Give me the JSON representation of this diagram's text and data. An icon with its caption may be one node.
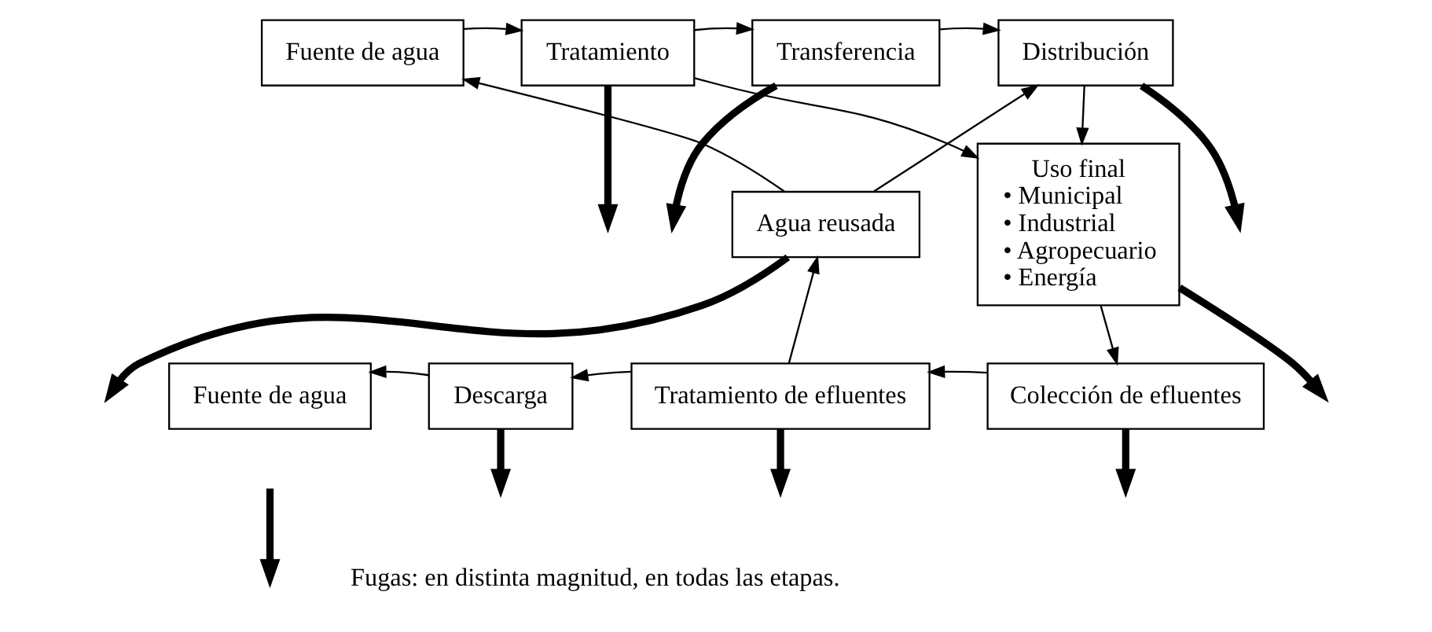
{
  "diagram": {
    "nodes": [
      {
        "text": [
          "Fuente de agua"
        ]
      },
      {
        "text": [
          "Tratamiento"
        ]
      },
      {
        "text": [
          "Transferencia"
        ]
      },
      {
        "text": [
          "Distribución"
        ]
      },
      {
        "text": [
          "Uso final",
          "• Municipal",
          "• Industrial",
          "• Agropecuario",
          "• Energía"
        ]
      },
      {
        "text": [
          "Agua reusada"
        ]
      },
      {
        "text": [
          "Fuente de agua"
        ]
      },
      {
        "text": [
          "Descarga"
        ]
      },
      {
        "text": [
          "Tratamiento de efluentes"
        ]
      },
      {
        "text": [
          "Colección de efluentes"
        ]
      }
    ],
    "edges": [
      {
        "from": 0,
        "to": 1,
        "arrow": "to"
      },
      {
        "from": 1,
        "to": 2,
        "arrow": "to"
      },
      {
        "from": 2,
        "to": 3,
        "arrow": "to"
      },
      {
        "from": 3,
        "to": 4,
        "arrow": "to"
      },
      {
        "from": 1,
        "to": 4,
        "arrow": "to"
      },
      {
        "from": 5,
        "to": 0,
        "arrow": "to"
      },
      {
        "from": 5,
        "to": 3,
        "arrow": "to"
      },
      {
        "from": 4,
        "to": 9,
        "arrow": "to"
      },
      {
        "from": 9,
        "to": 8,
        "arrow": "to"
      },
      {
        "from": 8,
        "to": 7,
        "arrow": "to"
      },
      {
        "from": 7,
        "to": 6,
        "arrow": "to"
      },
      {
        "from": 8,
        "to": 5,
        "arrow": "to"
      },
      {
        "from": 1,
        "to": null,
        "arrow": "to",
        "style": "thick"
      },
      {
        "from": 2,
        "to": null,
        "arrow": "to",
        "style": "thick"
      },
      {
        "from": 3,
        "to": null,
        "arrow": "to",
        "style": "thick"
      },
      {
        "from": 4,
        "to": null,
        "arrow": "to",
        "style": "thick"
      },
      {
        "from": 5,
        "to": null,
        "arrow": "to",
        "style": "thick"
      },
      {
        "from": 7,
        "to": null,
        "arrow": "to",
        "style": "thick"
      },
      {
        "from": 8,
        "to": null,
        "arrow": "to",
        "style": "thick"
      },
      {
        "from": 9,
        "to": null,
        "arrow": "to",
        "style": "thick"
      }
    ],
    "legend": [
      {
        "text": "Fugas: en distinta magnitud, en todas las etapas."
      }
    ]
  }
}
